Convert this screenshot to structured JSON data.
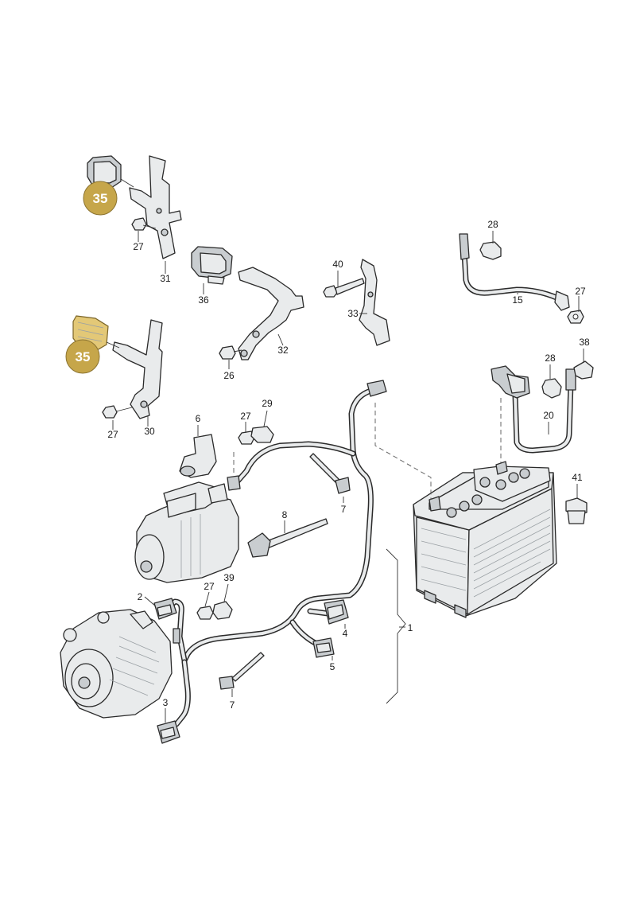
{
  "callouts": {
    "c1": "1",
    "c2": "2",
    "c3": "3",
    "c4": "4",
    "c5": "5",
    "c6": "6",
    "c7a": "7",
    "c7b": "7",
    "c8": "8",
    "c15": "15",
    "c20": "20",
    "c26": "26",
    "c27a": "27",
    "c27b": "27",
    "c27c": "27",
    "c27d": "27",
    "c27e": "27",
    "c28a": "28",
    "c28b": "28",
    "c29": "29",
    "c30": "30",
    "c31": "31",
    "c32": "32",
    "c33": "33",
    "c36": "36",
    "c38": "38",
    "c39": "39",
    "c40": "40",
    "c41": "41"
  },
  "badges": {
    "b1": "35",
    "b2": "35"
  },
  "colors": {
    "badge": "#c6a64a",
    "highlight": "#e3c877"
  }
}
